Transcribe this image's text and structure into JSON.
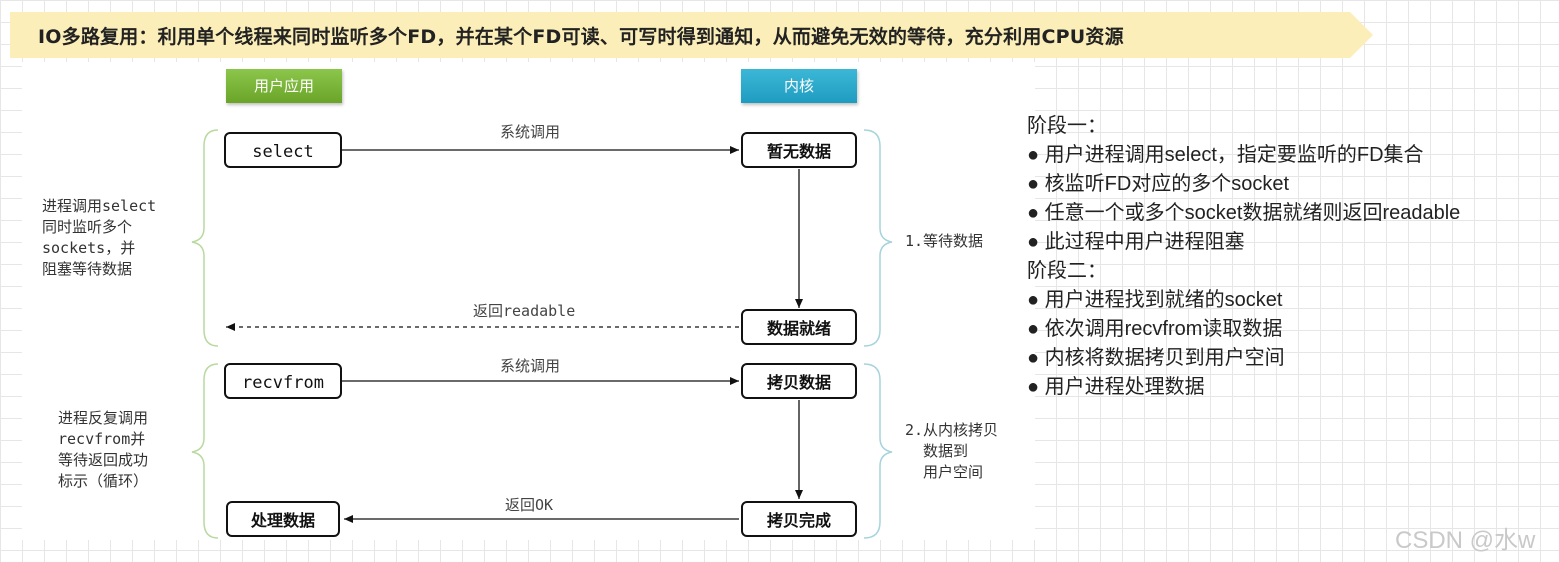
{
  "banner": "IO多路复用：利用单个线程来同时监听多个FD，并在某个FD可读、可写时得到通知，从而避免无效的等待，充分利用CPU资源",
  "headers": {
    "user": "用户应用",
    "kernel": "内核"
  },
  "user_boxes": {
    "select": "select",
    "recvfrom": "recvfrom",
    "process": "处理数据"
  },
  "kernel_boxes": {
    "no_data": "暂无数据",
    "data_ready": "数据就绪",
    "copy_data": "拷贝数据",
    "copy_done": "拷贝完成"
  },
  "arrow_labels": {
    "syscall_1": "系统调用",
    "return_readable": "返回readable",
    "syscall_2": "系统调用",
    "return_ok": "返回OK"
  },
  "left_notes": {
    "phase1": "进程调用select\n同时监听多个\nsockets，并\n阻塞等待数据",
    "phase2": "进程反复调用\nrecvfrom并\n等待返回成功\n标示（循环）"
  },
  "right_notes": {
    "wait": "1.等待数据",
    "copy": "2.从内核拷贝\n  数据到\n  用户空间"
  },
  "description": {
    "stage1_title": "阶段一：",
    "stage1_items": [
      "用户进程调用select，指定要监听的FD集合",
      "核监听FD对应的多个socket",
      "任意一个或多个socket数据就绪则返回readable",
      "此过程中用户进程阻塞"
    ],
    "stage2_title": "阶段二：",
    "stage2_items": [
      "用户进程找到就绪的socket",
      "依次调用recvfrom读取数据",
      "内核将数据拷贝到用户空间",
      "用户进程处理数据"
    ]
  },
  "watermark": "CSDN @水w"
}
